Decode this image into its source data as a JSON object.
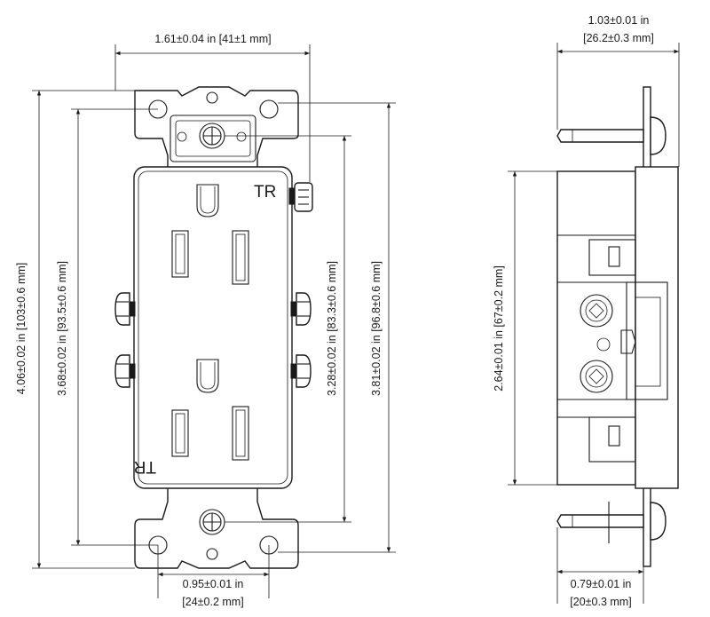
{
  "front_view": {
    "top_width": {
      "line1": "1.61±0.04 in [41±1 mm]"
    },
    "bottom_width": {
      "line1": "0.95±0.01 in",
      "line2": "[24±0.2 mm]"
    },
    "height_overall": "4.06±0.02 in [103±0.6 mm]",
    "height_holes": "3.68±0.02 in [93.5±0.6 mm]",
    "height_screws": "3.28±0.02 in [83.3±0.6 mm]",
    "height_yoke": "3.81±0.02 in [96.8±0.6 mm]",
    "marking_top": "TR",
    "marking_bottom": "TR"
  },
  "side_view": {
    "depth_overall": {
      "line1": "1.03±0.01 in",
      "line2": "[26.2±0.3 mm]"
    },
    "depth_body": {
      "line1": "0.79±0.01 in",
      "line2": "[20±0.3 mm]"
    },
    "body_height": "2.64±0.01 in [67±0.2 mm]"
  }
}
